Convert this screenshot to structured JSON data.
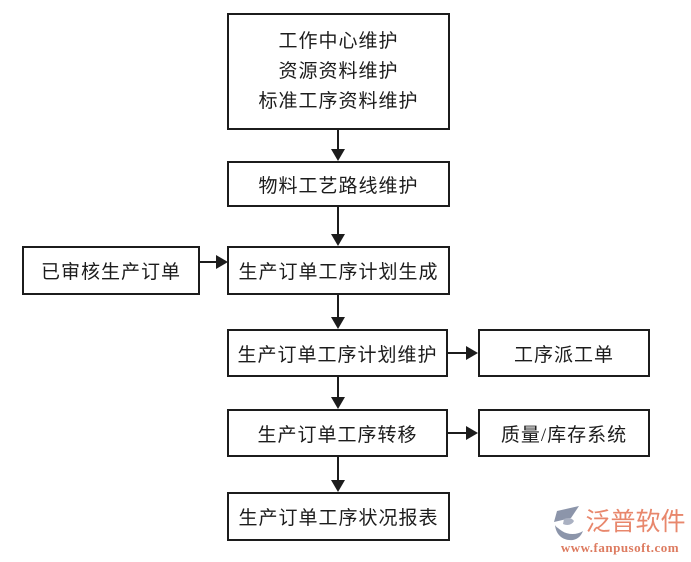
{
  "diagram": {
    "title_hint": "生产订单工序流程图",
    "nodes": {
      "master_data": {
        "lines": [
          "工作中心维护",
          "资源资料维护",
          "标准工序资料维护"
        ]
      },
      "routing": {
        "label": "物料工艺路线维护"
      },
      "approved_order": {
        "label": "已审核生产订单"
      },
      "plan_generate": {
        "label": "生产订单工序计划生成"
      },
      "plan_maintain": {
        "label": "生产订单工序计划维护"
      },
      "dispatch_ticket": {
        "label": "工序派工单"
      },
      "transfer": {
        "label": "生产订单工序转移"
      },
      "quality_inventory": {
        "label": "质量/库存系统"
      },
      "status_report": {
        "label": "生产订单工序状况报表"
      }
    },
    "colors": {
      "box_border": "#1c1c1c",
      "line": "#1c1c1c",
      "background": "#ffffff"
    }
  },
  "branding": {
    "name": "泛普软件",
    "url": "www.fanpusoft.com",
    "name_color": "#e8876c",
    "url_color": "#dd7b60",
    "icon": "fanpu-swirl-icon",
    "icon_color": "#8c95aa"
  }
}
